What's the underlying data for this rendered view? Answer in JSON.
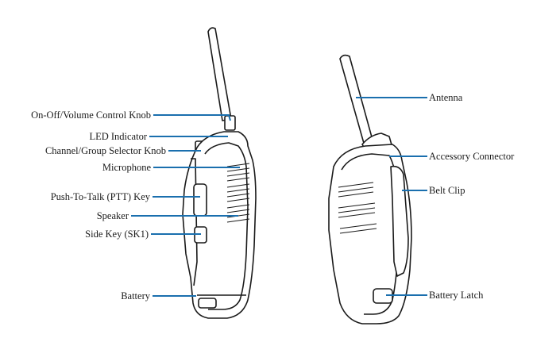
{
  "colors": {
    "leader": "#1a6fae",
    "outline": "#1a1a1a",
    "fill": "#ffffff"
  },
  "callouts": {
    "front": [
      {
        "id": "on-off-volume-control-knob",
        "text": "On-Off/Volume Control Knob"
      },
      {
        "id": "led-indicator",
        "text": "LED Indicator"
      },
      {
        "id": "channel-group-selector-knob",
        "text": "Channel/Group Selector Knob"
      },
      {
        "id": "microphone",
        "text": "Microphone"
      },
      {
        "id": "push-to-talk-key",
        "text": "Push-To-Talk (PTT) Key"
      },
      {
        "id": "speaker",
        "text": "Speaker"
      },
      {
        "id": "side-key",
        "text": "Side Key (SK1)"
      },
      {
        "id": "battery",
        "text": "Battery"
      }
    ],
    "back": [
      {
        "id": "antenna",
        "text": "Antenna"
      },
      {
        "id": "accessory-connector",
        "text": "Accessory Connector"
      },
      {
        "id": "belt-clip",
        "text": "Belt Clip"
      },
      {
        "id": "battery-latch",
        "text": "Battery Latch"
      }
    ]
  }
}
